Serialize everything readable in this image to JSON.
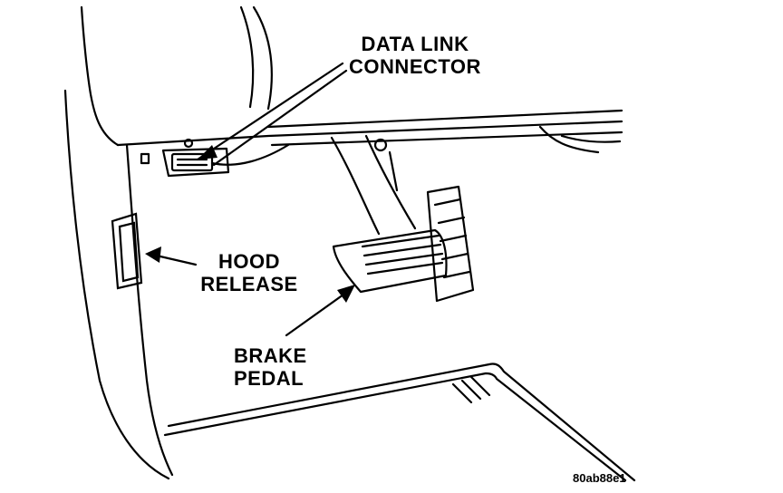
{
  "callouts": {
    "data_link_connector": {
      "line1": "DATA LINK",
      "line2": "CONNECTOR"
    },
    "hood_release": {
      "line1": "HOOD",
      "line2": "RELEASE"
    },
    "brake_pedal": {
      "line1": "BRAKE",
      "line2": "PEDAL"
    }
  },
  "figure_code": "80ab88e1",
  "colors": {
    "ink": "#000000",
    "paper": "#ffffff"
  }
}
